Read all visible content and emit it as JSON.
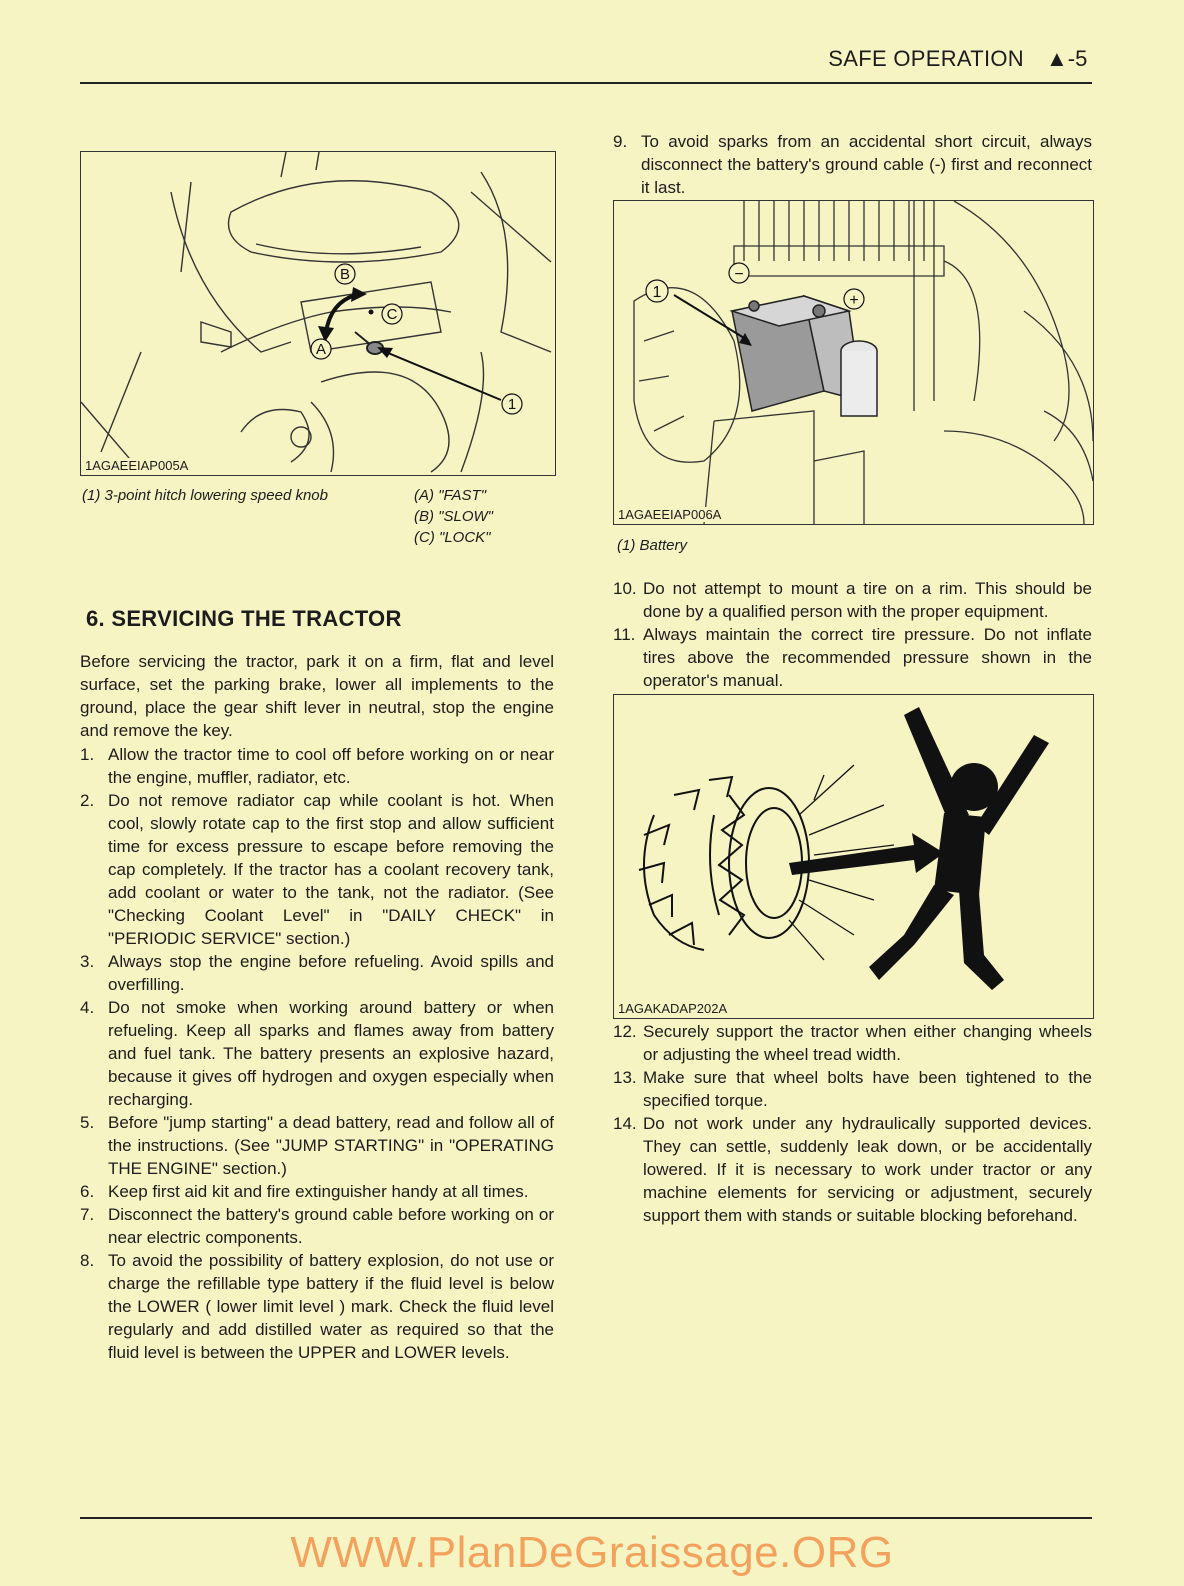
{
  "header": {
    "title": "SAFE OPERATION",
    "page_number": "▲-5"
  },
  "figure1": {
    "id": "1AGAEEIAP005A",
    "labels": {
      "b": "B",
      "c": "C",
      "a": "A",
      "one": "1"
    },
    "caption_left": "(1) 3-point hitch lowering speed knob",
    "caption_right": [
      "(A) \"FAST\"",
      "(B) \"SLOW\"",
      "(C) \"LOCK\""
    ]
  },
  "figure2": {
    "id": "1AGAEEIAP006A",
    "labels": {
      "one": "1",
      "minus": "−",
      "plus": "+"
    },
    "caption": "(1) Battery"
  },
  "figure3": {
    "id": "1AGAKADAP202A"
  },
  "section": {
    "title": "6.  SERVICING THE TRACTOR",
    "intro": "Before servicing the tractor, park it on a firm, flat and level surface, set the parking brake, lower all implements to the ground, place the gear shift lever in neutral, stop the engine and remove the key."
  },
  "left_items": [
    {
      "num": "1.",
      "text": "Allow the tractor time to cool off before working on or near the engine, muffler, radiator, etc."
    },
    {
      "num": "2.",
      "text": "Do not remove radiator cap while coolant is hot. When cool, slowly rotate cap to the first stop and allow sufficient time for excess pressure to escape before removing the cap completely. If the tractor has a coolant recovery tank, add coolant or water to the tank, not the radiator. (See \"Checking Coolant Level\" in \"DAILY CHECK\" in \"PERIODIC SERVICE\" section.)"
    },
    {
      "num": "3.",
      "text": "Always stop the engine before refueling. Avoid spills and overfilling."
    },
    {
      "num": "4.",
      "text": "Do not smoke when working around battery or when refueling. Keep all sparks and flames away from battery and fuel tank. The battery presents an explosive hazard, because it gives off hydrogen and oxygen especially when recharging."
    },
    {
      "num": "5.",
      "text": "Before \"jump starting\" a dead battery, read and follow all of the instructions. (See \"JUMP STARTING\" in \"OPERATING THE ENGINE\" section.)"
    },
    {
      "num": "6.",
      "text": "Keep first aid kit and fire extinguisher handy at all times."
    },
    {
      "num": "7.",
      "text": "Disconnect the battery's ground cable before working on or near electric components."
    },
    {
      "num": "8.",
      "text": "To avoid the possibility of battery explosion, do not use or charge the refillable type battery if the fluid level is below the LOWER ( lower limit level ) mark. Check the fluid level regularly and add distilled water as required so that the fluid level is between the UPPER and LOWER levels."
    }
  ],
  "right_item_9": {
    "num": "9.",
    "text": "To avoid sparks from an accidental short circuit, always disconnect the battery's ground cable (-) first and reconnect it last."
  },
  "right_items_10_11": [
    {
      "num": "10.",
      "text": "Do not attempt to mount a tire on a rim. This should be done by a qualified person with the proper equipment."
    },
    {
      "num": "11.",
      "text": "Always maintain the correct tire pressure. Do not inflate tires above the recommended pressure shown in the operator's manual."
    }
  ],
  "right_items_12_14": [
    {
      "num": "12.",
      "text": "Securely support the tractor when either changing wheels or adjusting the wheel tread width."
    },
    {
      "num": "13.",
      "text": "Make sure that wheel bolts have been tightened to the specified torque."
    },
    {
      "num": "14.",
      "text": "Do not work under any hydraulically supported devices. They can settle, suddenly leak down, or be accidentally lowered. If it is necessary to work under tractor or any machine elements for servicing or adjustment, securely support them with stands or suitable blocking beforehand."
    }
  ],
  "footer": {
    "watermark": "WWW.PlanDeGraissage.ORG"
  }
}
